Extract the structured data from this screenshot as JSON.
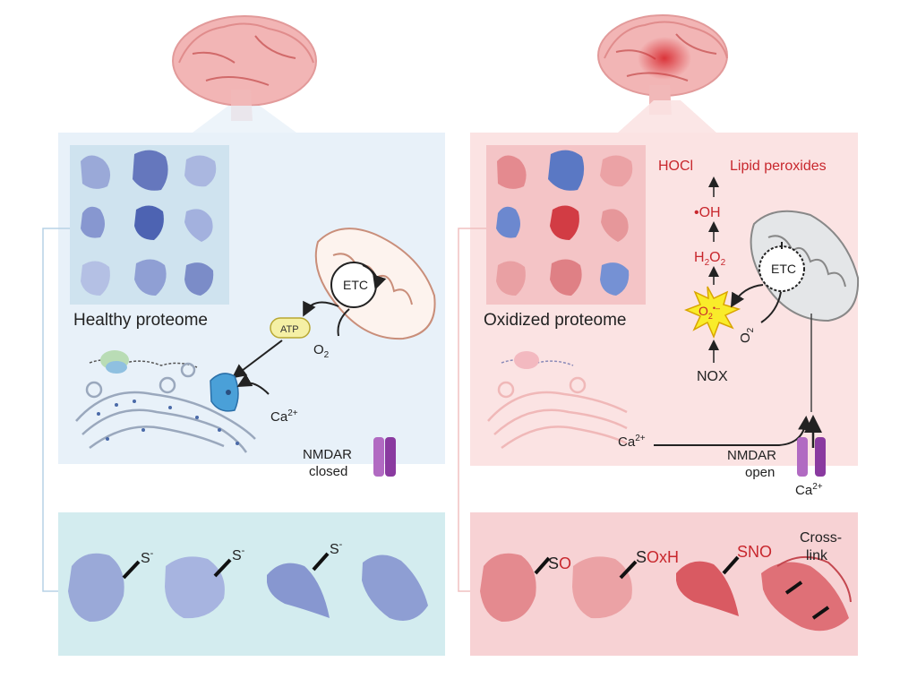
{
  "healthy": {
    "proteome_label": "Healthy proteome",
    "atp": "ATP",
    "etc": "ETC",
    "o2": "O",
    "o2_sub": "2",
    "ca": "Ca",
    "ca_sup": "2+",
    "nmdar": "NMDAR",
    "nmdar_state": "closed",
    "thiol": "S",
    "thiol_charge": "-"
  },
  "oxidized": {
    "proteome_label": "Oxidized proteome",
    "hocl": "HOCl",
    "lipid": "Lipid peroxides",
    "oh": "•OH",
    "h2o2_a": "H",
    "h2o2_b": "2",
    "h2o2_c": "O",
    "h2o2_d": "2",
    "superoxide": "O",
    "superoxide_sub": "2",
    "superoxide_sup": "•–",
    "etc": "ETC",
    "o2": "O",
    "o2_sub": "2",
    "nox": "NOX",
    "ca_left": "Ca",
    "ca_left_sup": "2+",
    "nmdar": "NMDAR",
    "nmdar_state": "open",
    "ca_bottom": "Ca",
    "ca_bottom_sup": "2+",
    "mod_so_s": "S",
    "mod_so_o": "O",
    "mod_soxh_s": "S",
    "mod_soxh_rest": "OxH",
    "mod_sno": "SNO",
    "crosslink_1": "Cross-",
    "crosslink_2": "link"
  },
  "colors": {
    "healthy_bg": "#e8f1f9",
    "healthy_bottom_bg": "#d3ecef",
    "oxidized_bg": "#fbe3e3",
    "oxidized_bottom_bg": "#f7d2d4",
    "protein_blue": "#9aa9d8",
    "protein_red": "#e48a8f",
    "accent_red": "#c8272d",
    "nmdar_purple": "#9b4db0"
  }
}
